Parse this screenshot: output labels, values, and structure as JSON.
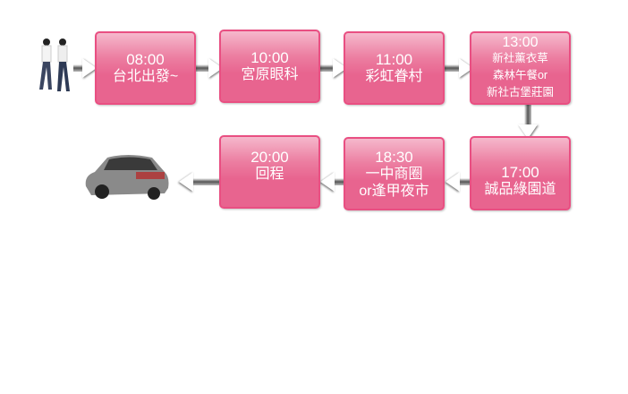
{
  "steps": [
    {
      "time": "08:00",
      "lines": [
        "台北出發~"
      ]
    },
    {
      "time": "10:00",
      "lines": [
        "宮原眼科"
      ]
    },
    {
      "time": "11:00",
      "lines": [
        "彩虹眷村"
      ]
    },
    {
      "time": "13:00",
      "lines": [
        "新社薰衣草",
        "森林午餐or",
        "新社古堡莊園"
      ]
    },
    {
      "time": "17:00",
      "lines": [
        "誠品綠園道"
      ]
    },
    {
      "time": "18:30",
      "lines": [
        "一中商圈",
        "or逢甲夜市"
      ]
    },
    {
      "time": "20:00",
      "lines": [
        "回程"
      ]
    }
  ],
  "colors": {
    "box": "#e8648f",
    "border": "#e94f82"
  }
}
